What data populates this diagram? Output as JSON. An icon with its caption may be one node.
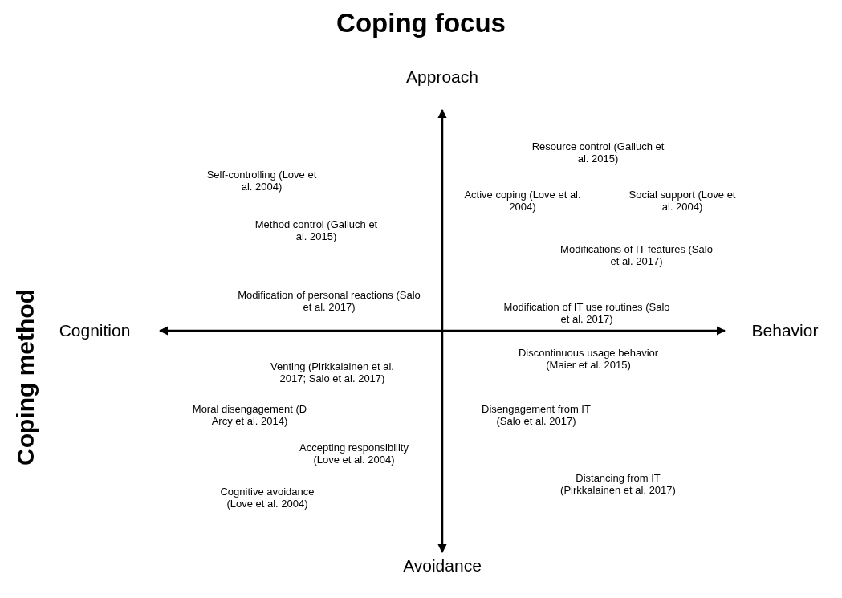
{
  "diagram": {
    "title": "Coping focus",
    "labels": [
      "Coping method",
      "Approach",
      "Resource control (Galluch et al. 2015)",
      "Self-controlling (Love et al. 2004)",
      "Active coping (Love et al. 2004)",
      "Social support (Love et al. 2004)",
      "Method control (Galluch et al. 2015)",
      "Modifications of IT features (Salo et al. 2017)",
      "Modification of personal reactions (Salo et al. 2017)",
      "Modification of IT use routines (Salo et al. 2017)",
      "Cognition",
      "Behavior",
      "Discontinuous usage behavior (Maier et al. 2015)",
      "Venting (Pirkkalainen et al. 2017; Salo et al. 2017)",
      "Moral disengagement (D Arcy et al. 2014)",
      "Disengagement from IT (Salo et al. 2017)",
      "Accepting responsibility (Love et al. 2004)",
      "Distancing from IT (Pirkkalainen et al. 2017)",
      "Cognitive avoidance (Love et al. 2004)",
      "Avoidance"
    ]
  }
}
